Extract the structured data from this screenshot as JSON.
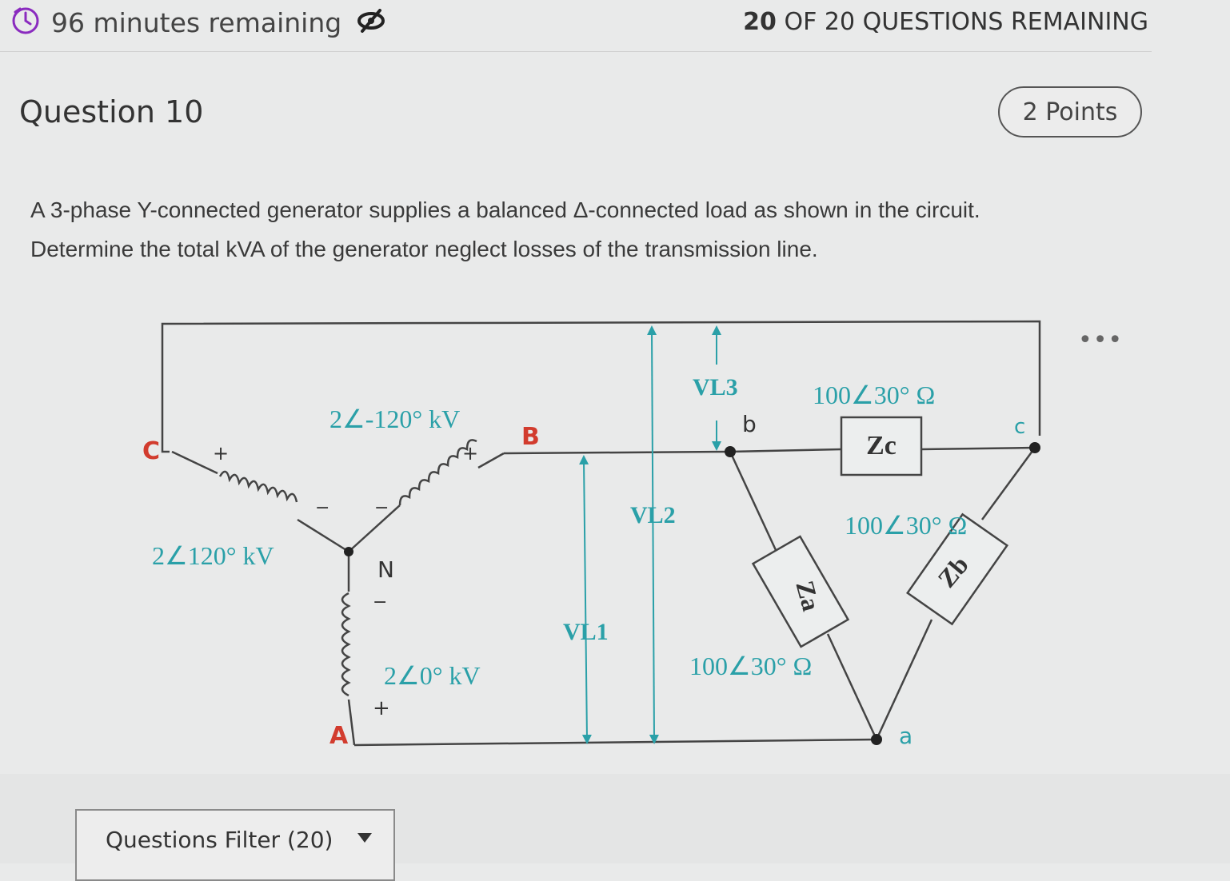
{
  "header": {
    "timer_text": "96 minutes remaining",
    "questions_count": "20",
    "questions_rest": "OF 20 QUESTIONS REMAINING"
  },
  "question": {
    "title": "Question 10",
    "points": "2 Points",
    "text_line1": "A 3-phase Y-connected generator supplies a balanced Δ-connected load as shown in the circuit.",
    "text_line2": "Determine the total kVA of the generator neglect losses of the transmission line."
  },
  "menu": {
    "more": "•••"
  },
  "circuit": {
    "node_A": "A",
    "node_B": "B",
    "node_C": "C",
    "node_N": "N",
    "source_a": "2∠0° kV",
    "source_b": "2∠-120° kV",
    "source_c": "2∠120° kV",
    "load_node_a": "a",
    "load_node_b": "b",
    "load_node_c": "c",
    "zc_label": "Zc",
    "za_label": "Za",
    "zb_label": "Zb",
    "zc_value": "100∠30° Ω",
    "za_value": "100∠30° Ω",
    "zb_value": "100∠30° Ω",
    "vl1": "VL1",
    "vl2": "VL2",
    "vl3": "VL3",
    "plus": "+",
    "minus": "−",
    "colors": {
      "node_labels": "#d23c2e",
      "values": "#2aa0a8",
      "wire": "#444444"
    }
  },
  "filter": {
    "label": "Questions Filter (20)"
  }
}
